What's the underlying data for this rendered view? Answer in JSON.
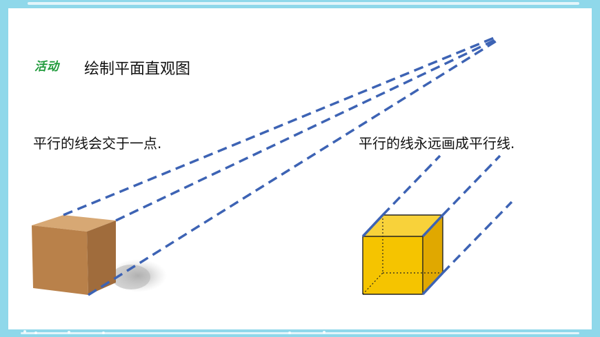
{
  "activity": {
    "tag": "活动",
    "title": "绘制平面直观图"
  },
  "captions": {
    "converge": "平行的线会交于一点.",
    "parallel": "平行的线永远画成平行线."
  },
  "colors": {
    "frame": "#8fd8ea",
    "tag_green": "#1e9a3a",
    "dash_blue": "#3d63b4",
    "cube_brown": "#c9955c",
    "cube_yellow": "#f5c400"
  }
}
